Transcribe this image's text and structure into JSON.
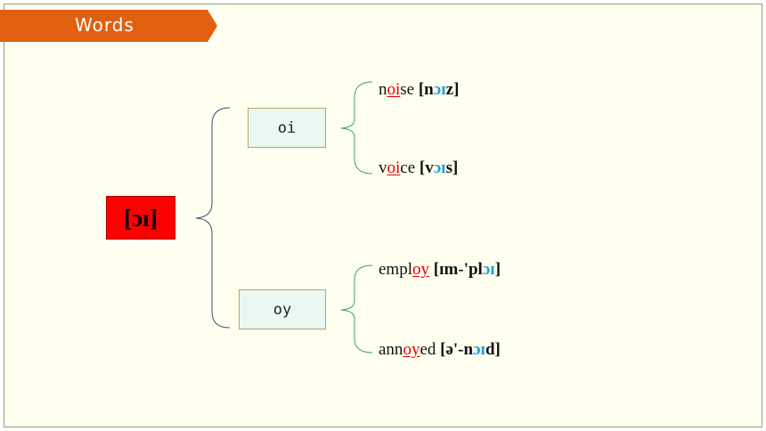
{
  "header": {
    "title": "Words"
  },
  "phoneme": "[ɔɪ]",
  "spellings": [
    {
      "label": "oi",
      "words": [
        {
          "pre": "n",
          "hl": "oi",
          "post": "se",
          "ipa_open": "[n",
          "ipa_vowel": "ɔɪ",
          "ipa_close": "z]"
        },
        {
          "pre": "v",
          "hl": "oi",
          "post": "ce",
          "ipa_open": "[v",
          "ipa_vowel": "ɔɪ",
          "ipa_close": "s]"
        }
      ]
    },
    {
      "label": "oy",
      "words": [
        {
          "pre": "empl",
          "hl": "oy",
          "post": "",
          "ipa_open": "[ɪm-'pl",
          "ipa_vowel": "ɔɪ",
          "ipa_close": "]"
        },
        {
          "pre": "ann",
          "hl": "oy",
          "post": "ed",
          "ipa_open": "[ə'-n",
          "ipa_vowel": "ɔɪ",
          "ipa_close": "d]"
        }
      ]
    }
  ],
  "colors": {
    "banner": "#e06010",
    "phoneme_bg": "#ff0000",
    "highlight": "#e00000",
    "ipa_vowel": "#1ba0e0",
    "spelling_box_bg": "#e9f8f2",
    "brace_main": "#3a4f7a",
    "brace_sub": "#3aa07a"
  }
}
